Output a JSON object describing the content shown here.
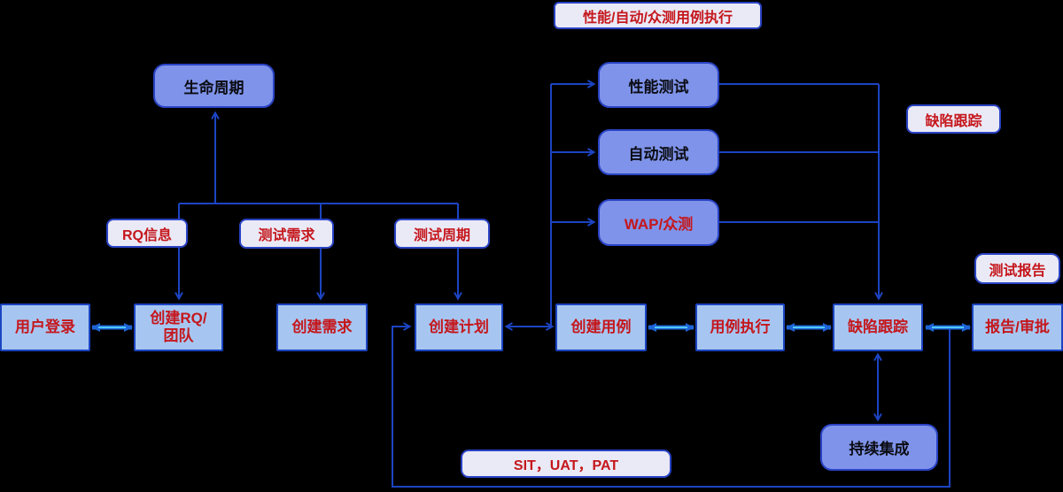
{
  "diagram": {
    "background": "#000000",
    "step_fill": "#A6C6F1",
    "rounded_fill": "#7E93E9",
    "tag_fill": "#EAEAF6",
    "border_color": "#2A43C4",
    "line_color": "#1C44C2",
    "thick_arrow_color": "#1E64D8",
    "thick_arrow_core": "#4FC8F4",
    "red_text": "#C5171C",
    "dark_text": "#0B0B12"
  },
  "nodes": [
    {
      "id": "lifecycle",
      "label": "生命周期",
      "shape": "rounded",
      "text_color": "dark"
    },
    {
      "id": "perf-test",
      "label": "性能测试",
      "shape": "rounded",
      "text_color": "dark"
    },
    {
      "id": "auto-test",
      "label": "自动测试",
      "shape": "rounded",
      "text_color": "dark"
    },
    {
      "id": "wap-crowd-test",
      "label": "WAP/众测",
      "shape": "rounded",
      "text_color": "red"
    },
    {
      "id": "continuous-integration",
      "label": "持续集成",
      "shape": "rounded",
      "text_color": "dark"
    },
    {
      "id": "user-login",
      "label": "用户登录",
      "shape": "step",
      "text_color": "red"
    },
    {
      "id": "create-rq-team",
      "label": "创建RQ/",
      "label2": "团队",
      "shape": "step",
      "text_color": "red"
    },
    {
      "id": "create-requirement",
      "label": "创建需求",
      "shape": "step",
      "text_color": "red"
    },
    {
      "id": "create-plan",
      "label": "创建计划",
      "shape": "step",
      "text_color": "red"
    },
    {
      "id": "create-case",
      "label": "创建用例",
      "shape": "step",
      "text_color": "red"
    },
    {
      "id": "case-execution",
      "label": "用例执行",
      "shape": "step",
      "text_color": "red"
    },
    {
      "id": "defect-tracking",
      "label": "缺陷跟踪",
      "shape": "step",
      "text_color": "red"
    },
    {
      "id": "report-approval",
      "label": "报告/审批",
      "shape": "step",
      "text_color": "red"
    }
  ],
  "tags": [
    {
      "id": "exec-tag",
      "label": "性能/自动/众测用例执行"
    },
    {
      "id": "defect-tag",
      "label": "缺陷跟踪"
    },
    {
      "id": "report-tag",
      "label": "测试报告"
    },
    {
      "id": "rq-tag",
      "label": "RQ信息"
    },
    {
      "id": "req-tag",
      "label": "测试需求"
    },
    {
      "id": "cycle-tag",
      "label": "测试周期"
    },
    {
      "id": "sit-tag",
      "label": "SIT，UAT，PAT"
    }
  ],
  "edges": [
    {
      "from": "rq-tree",
      "to": "lifecycle",
      "style": "thin-arrow-up"
    },
    {
      "from": "rq-tag",
      "to": "create-rq-team",
      "style": "thin-arrow-down"
    },
    {
      "from": "req-tag",
      "to": "create-requirement",
      "style": "thin-arrow-down"
    },
    {
      "from": "cycle-tag",
      "to": "create-plan",
      "style": "thin-arrow-down"
    },
    {
      "from": "create-case",
      "to": "perf-test",
      "style": "thin-arrow"
    },
    {
      "from": "create-case",
      "to": "auto-test",
      "style": "thin-arrow"
    },
    {
      "from": "create-case",
      "to": "wap-crowd-test",
      "style": "thin-arrow"
    },
    {
      "from": "perf/auto/wap-collector",
      "to": "defect-tracking",
      "style": "thin-arrow-down"
    },
    {
      "from": "user-login",
      "to": "create-rq-team",
      "style": "thick-double"
    },
    {
      "from": "create-plan",
      "to": "create-case",
      "style": "thin-double"
    },
    {
      "from": "create-case",
      "to": "case-execution",
      "style": "thick-double"
    },
    {
      "from": "case-execution",
      "to": "defect-tracking",
      "style": "thick-double"
    },
    {
      "from": "defect-tracking",
      "to": "report-approval",
      "style": "thick-double"
    },
    {
      "from": "defect-tracking",
      "to": "continuous-integration",
      "style": "thin-double"
    },
    {
      "from": "report-approval-junction",
      "to": "create-plan",
      "style": "thin-arrow-loop-bottom"
    }
  ]
}
